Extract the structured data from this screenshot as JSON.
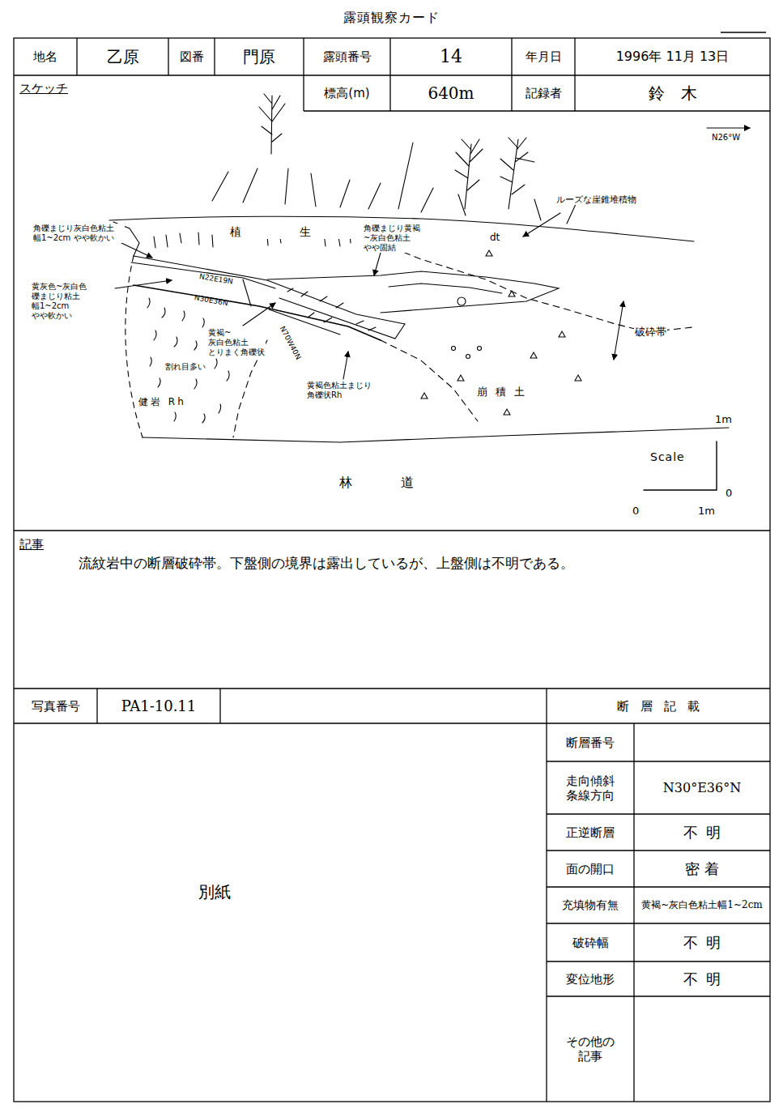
{
  "diagram": {
    "title": "露頭観察カード",
    "nodes": [
      {
        "text": [
          "地名"
        ]
      },
      {
        "text": [
          "乙原"
        ]
      },
      {
        "text": [
          "図番"
        ]
      },
      {
        "text": [
          "門原"
        ]
      },
      {
        "text": [
          "露頭番号"
        ]
      },
      {
        "text": [
          "14"
        ]
      },
      {
        "text": [
          "年月日"
        ]
      },
      {
        "text": [
          "1996年 11月 13日"
        ]
      },
      {
        "text": [
          "スケッチ"
        ]
      },
      {
        "text": [
          "標高(m)"
        ],
        "in": 8
      },
      {
        "text": [
          "640m"
        ],
        "in": 8
      },
      {
        "text": [
          "記録者"
        ],
        "in": 8
      },
      {
        "text": [
          "鈴木"
        ],
        "in": 8
      },
      {
        "text": [
          "記事",
          "流紋岩中の断層破砕帯。下盤側の境界は露出しているが、上盤側は不明である。"
        ]
      },
      {
        "text": [
          "写真番号"
        ]
      },
      {
        "text": [
          "PA1-10.11"
        ]
      },
      {
        "text": [
          "別紙"
        ]
      },
      {
        "text": [
          "断層記載"
        ]
      },
      {
        "text": [
          "断層番号"
        ]
      },
      {
        "text": [
          "走向傾斜 条線方向"
        ]
      },
      {
        "text": [
          "N30°E36°N"
        ]
      },
      {
        "text": [
          "正逆断層"
        ]
      },
      {
        "text": [
          "不明"
        ]
      },
      {
        "text": [
          "面の開口"
        ]
      },
      {
        "text": [
          "密着"
        ]
      },
      {
        "text": [
          "充填物有無"
        ]
      },
      {
        "text": [
          "黄褐~灰白色粘土幅1~2cm"
        ]
      },
      {
        "text": [
          "破砕幅"
        ]
      },
      {
        "text": [
          "不明"
        ]
      },
      {
        "text": [
          "変位地形"
        ]
      },
      {
        "text": [
          "不明"
        ]
      },
      {
        "text": [
          "その他の 記事"
        ]
      }
    ],
    "labels": [
      "植生",
      "角礫まじり灰白色粘土 幅1~2cm やや軟かい",
      "黄灰色~灰白色 礫まじり粘土 幅1~2cm やや軟かい",
      "N22E19N",
      "N30E36N",
      "N70W40N",
      "黄褐~灰白色粘土 とりまく角礫状",
      "割れ目多い",
      "健岩 Rh",
      "黄褐色粘土まじり 角礫状Rh",
      "角礫まじり黄褐~灰白色粘土 やや固結",
      "dt",
      "ルーズな崖錐堆積物",
      "破砕帯",
      "崩積土",
      "N26°W",
      "林道",
      "Scale",
      "1m",
      "0",
      "0",
      "1m"
    ]
  }
}
